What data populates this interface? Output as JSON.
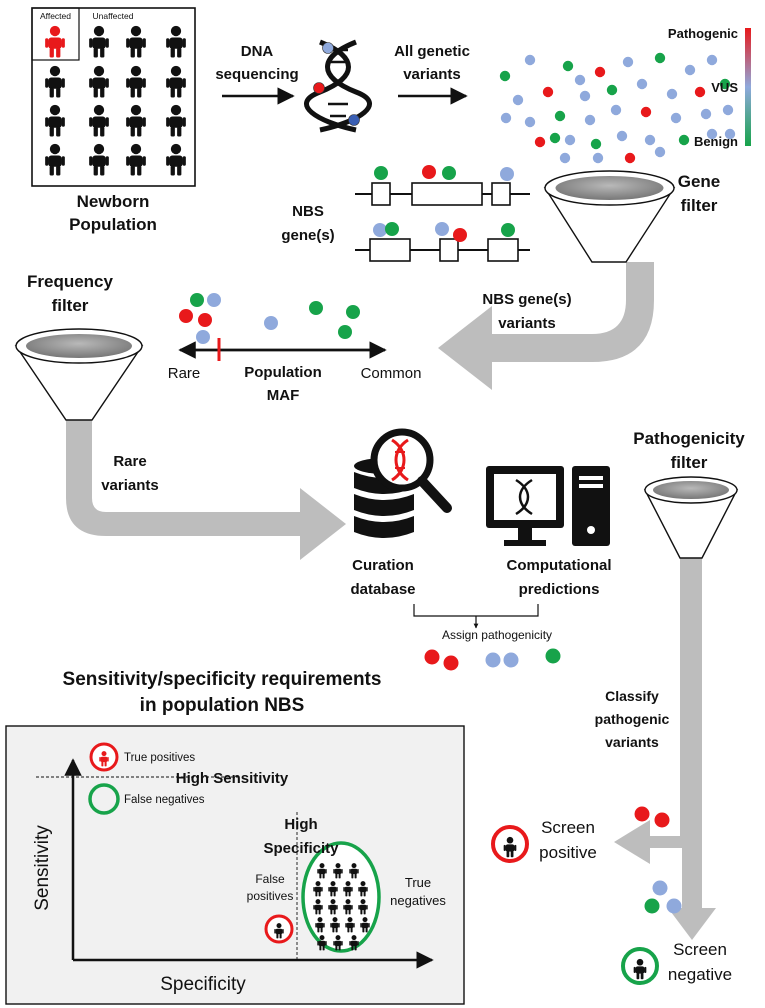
{
  "colors": {
    "pathogenic": "#e8191b",
    "vus": "#8fa9dc",
    "benign": "#17a34a",
    "arrow_gray": "#bdbdbd",
    "panel_bg": "#f1f1f1",
    "figure_black": "#111111"
  },
  "population": {
    "affected_label": "Affected",
    "unaffected_label": "Unaffected",
    "title_line1": "Newborn",
    "title_line2": "Population"
  },
  "top_flow": {
    "dna_seq_line1": "DNA",
    "dna_seq_line2": "sequencing",
    "variants_line1": "All genetic",
    "variants_line2": "variants"
  },
  "legend": {
    "pathogenic": "Pathogenic",
    "vus": "VUS",
    "benign": "Benign"
  },
  "gene_section": {
    "nbs_genes_line1": "NBS",
    "nbs_genes_line2": "gene(s)",
    "gene_filter_line1": "Gene",
    "gene_filter_line2": "filter",
    "nbs_variants_line1": "NBS gene(s)",
    "nbs_variants_line2": "variants"
  },
  "frequency_section": {
    "filter_line1": "Frequency",
    "filter_line2": "filter",
    "rare": "Rare",
    "common": "Common",
    "maf_line1": "Population",
    "maf_line2": "MAF",
    "rare_variants_line1": "Rare",
    "rare_variants_line2": "variants"
  },
  "pathogenicity_section": {
    "filter_line1": "Pathogenicity",
    "filter_line2": "filter",
    "curation_line1": "Curation",
    "curation_line2": "database",
    "computational_line1": "Computational",
    "computational_line2": "predictions",
    "assign": "Assign pathogenicity",
    "classify_line1": "Classify",
    "classify_line2": "pathogenic",
    "classify_line3": "variants",
    "screen_pos_line1": "Screen",
    "screen_pos_line2": "positive",
    "screen_neg_line1": "Screen",
    "screen_neg_line2": "negative"
  },
  "sens_spec": {
    "title_line1": "Sensitivity/specificity requirements",
    "title_line2": "in population NBS",
    "true_positives": "True positives",
    "high_sensitivity": "High Sensitivity",
    "false_negatives": "False negatives",
    "high_line1": "High",
    "specificity_line2": "Specificity",
    "false_line1": "False",
    "positives_line2": "positives",
    "true_line1": "True",
    "negatives_line2": "negatives",
    "y_axis": "Sensitivity",
    "x_axis": "Specificity"
  }
}
